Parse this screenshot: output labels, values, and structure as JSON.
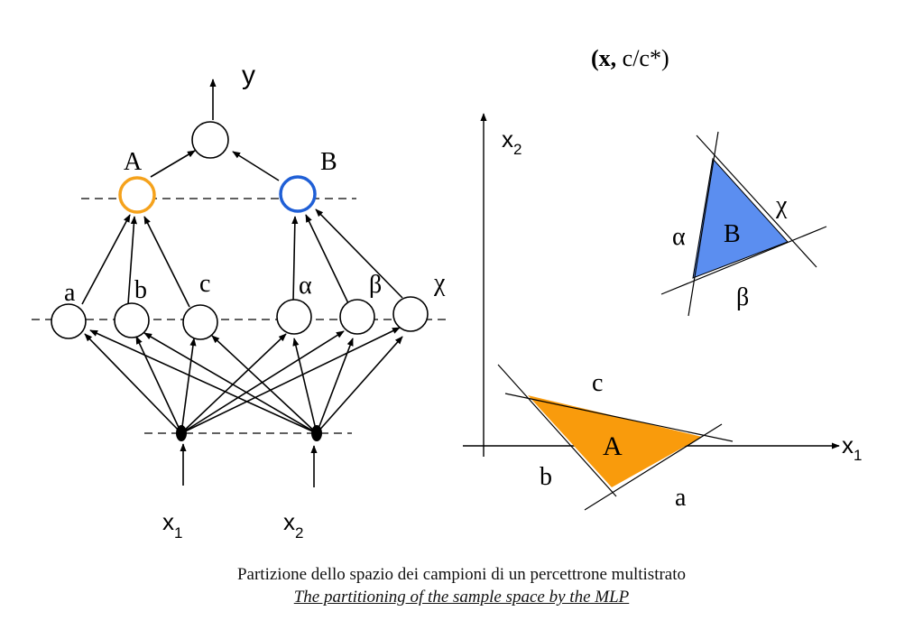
{
  "title": {
    "bold": "(x,",
    "rest": " c/c*)"
  },
  "network": {
    "output_label": "y",
    "hidden2": [
      {
        "label": "A",
        "color": "#f5a21c"
      },
      {
        "label": "B",
        "color": "#1f5fd6"
      }
    ],
    "hidden1": [
      "a",
      "b",
      "c",
      "α",
      "β",
      "χ"
    ],
    "inputs": [
      {
        "base": "x",
        "sub": "1"
      },
      {
        "base": "x",
        "sub": "2"
      }
    ]
  },
  "plot": {
    "x_axis": {
      "base": "x",
      "sub": "1"
    },
    "y_axis": {
      "base": "x",
      "sub": "2"
    },
    "region_a": {
      "label": "A",
      "color": "#f99b0c",
      "line_labels": [
        "c",
        "b",
        "a"
      ]
    },
    "region_b": {
      "label": "B",
      "color": "#5b8ef0",
      "line_labels": [
        "χ",
        "α",
        "β"
      ]
    }
  },
  "caption": {
    "line1": "Partizione dello spazio dei campioni di un percettrone multistrato",
    "line2": "The partitioning of the sample  space by the MLP"
  }
}
